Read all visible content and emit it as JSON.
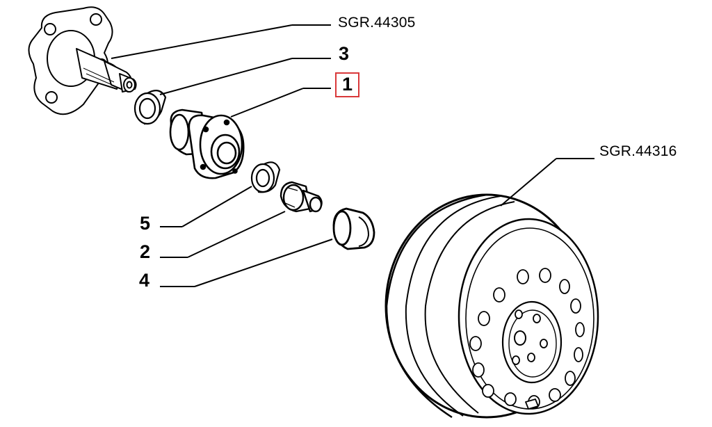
{
  "diagram": {
    "labels": {
      "hub_ref": "SGR.44305",
      "wheel_ref": "SGR.44316",
      "part_1": "1",
      "part_2": "2",
      "part_3": "3",
      "part_4": "4",
      "part_5": "5"
    },
    "highlight_color": "#d9383a",
    "line_color": "#000000"
  }
}
